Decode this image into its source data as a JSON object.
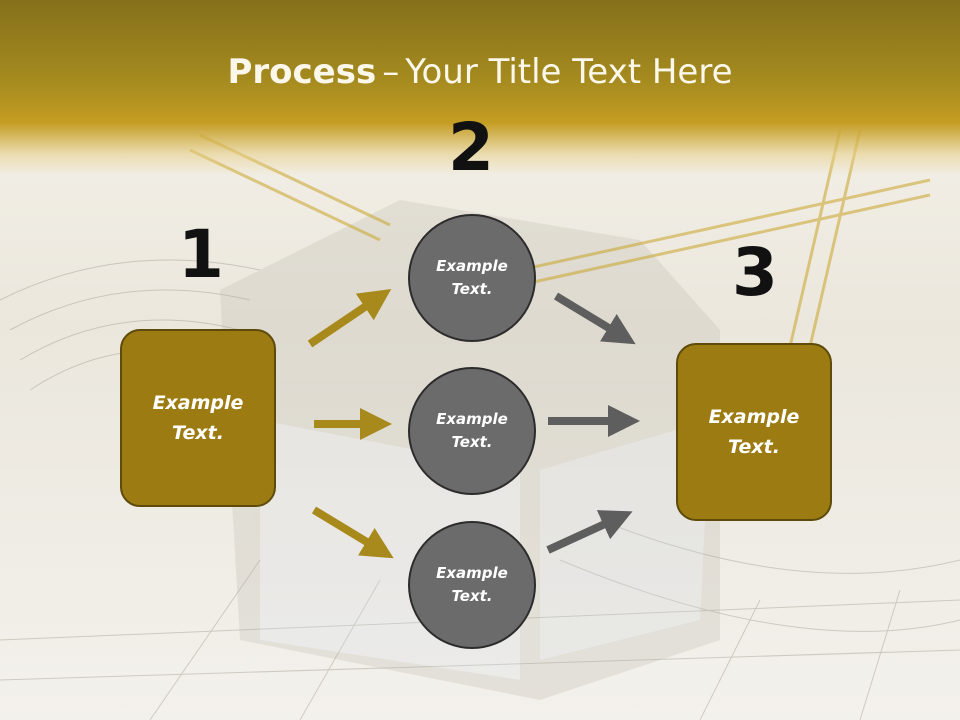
{
  "title": {
    "bold": "Process",
    "dash": "–",
    "rest": "Your Title Text Here"
  },
  "steps": [
    {
      "number": "1",
      "label_line1": "Example",
      "label_line2": "Text."
    },
    {
      "number": "2"
    },
    {
      "number": "3",
      "label_line1": "Example",
      "label_line2": "Text."
    }
  ],
  "circles": [
    {
      "label_line1": "Example",
      "label_line2": "Text."
    },
    {
      "label_line1": "Example",
      "label_line2": "Text."
    },
    {
      "label_line1": "Example",
      "label_line2": "Text."
    }
  ],
  "colors": {
    "header": "#a48a1f",
    "box_fill": "#9c7c12",
    "circle_fill": "#6b6b6b",
    "gold_arrow": "#a8891c",
    "gray_arrow": "#5e5e5e"
  }
}
